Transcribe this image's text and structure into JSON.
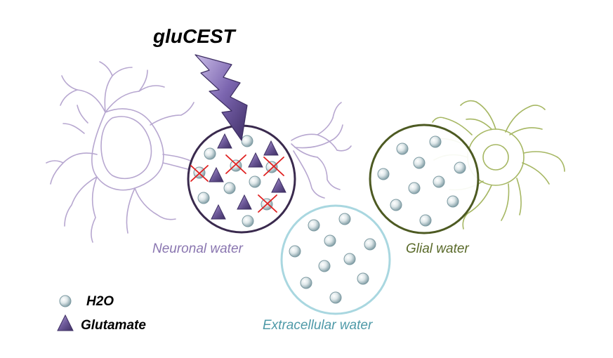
{
  "title": "gluCEST",
  "compartments": {
    "neuronal": {
      "label": "Neuronal water",
      "color": "#8a76b0"
    },
    "extracellular": {
      "label": "Extracellular water",
      "color": "#4f9aa8"
    },
    "glial": {
      "label": "Glial water",
      "color": "#5a6a2a"
    }
  },
  "legend": {
    "h2o": {
      "label": "H2O",
      "icon": "water-molecule-icon"
    },
    "glutamate": {
      "label": "Glutamate",
      "icon": "glutamate-triangle-icon"
    }
  },
  "colors": {
    "lightning": "#6e5a9a",
    "glutamate": "#6e5a9a",
    "cross": "#e02020",
    "neuron_outline": "#b7a7d0",
    "glia_outline": "#a6b763",
    "neuronal_circle": "#3a2a4e",
    "extracellular_circle": "#a9d7e0",
    "glial_circle": "#4d5a22"
  }
}
